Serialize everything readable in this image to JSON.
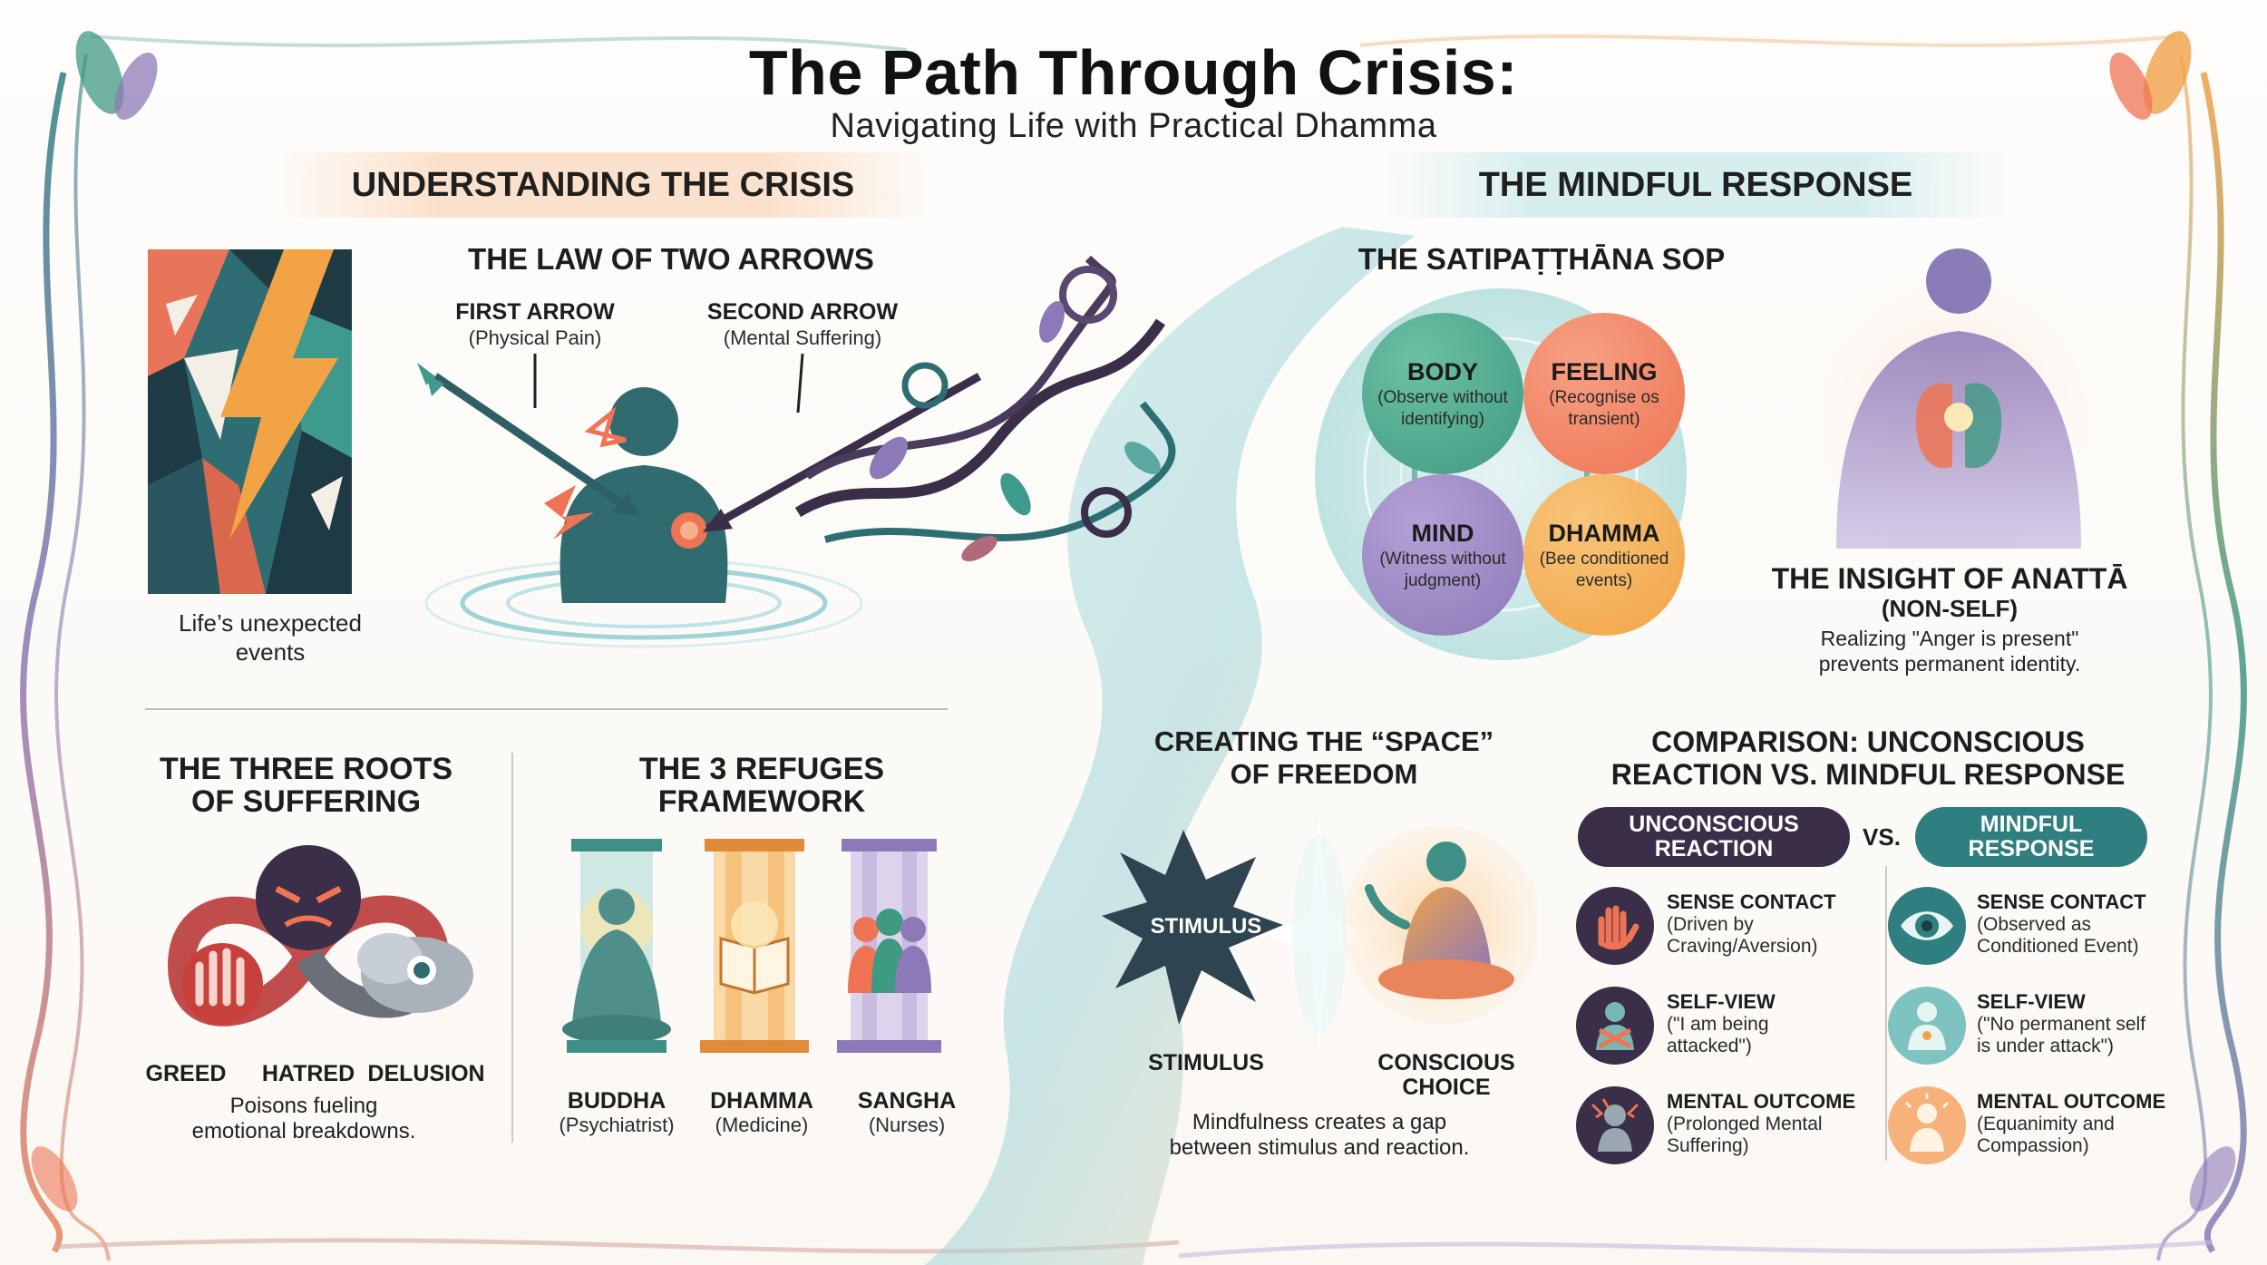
{
  "header": {
    "title": "The Path Through Crisis:",
    "subtitle": "Navigating Life with Practical Dhamma"
  },
  "left": {
    "banner": "UNDERSTANDING THE CRISIS",
    "events": {
      "caption_line1": "Life’s unexpected",
      "caption_line2": "events",
      "icon": "shattered-lightning-icon"
    },
    "two_arrows": {
      "title": "THE LAW OF TWO ARROWS",
      "first_label": "FIRST ARROW",
      "first_sub": "(Physical Pain)",
      "second_label": "SECOND ARROW",
      "second_sub": "(Mental Suffering)"
    },
    "three_roots": {
      "title_line1": "THE THREE ROOTS",
      "title_line2": "OF SUFFERING",
      "labels": [
        "GREED",
        "HATRED",
        "DELUSION"
      ],
      "caption_line1": "Poisons fueling",
      "caption_line2": "emotional breakdowns."
    },
    "refuges": {
      "title_line1": "THE 3 REFUGES",
      "title_line2": "FRAMEWORK",
      "items": [
        {
          "name": "BUDDHA",
          "role": "(Psychiatrist)",
          "color": "#5aa9a0"
        },
        {
          "name": "DHAMMA",
          "role": "(Medicine)",
          "color": "#f0a048"
        },
        {
          "name": "SANGHA",
          "role": "(Nurses)",
          "color": "#9a86c2"
        }
      ]
    }
  },
  "right": {
    "banner": "THE MINDFUL RESPONSE",
    "sop": {
      "title": "THE SATIPAṬṬHĀNA SOP",
      "nodes": [
        {
          "name": "BODY",
          "line1": "(Observe without",
          "line2": "identifying)",
          "color": "#3f9a82"
        },
        {
          "name": "FEELING",
          "line1": "(Recognise os",
          "line2": "transient)",
          "color": "#ee7454"
        },
        {
          "name": "MIND",
          "line1": "(Witness without",
          "line2": "judgment)",
          "color": "#8e79b8"
        },
        {
          "name": "DHAMMA",
          "line1": "(Bee conditioned",
          "line2": "events)",
          "color": "#f2a346"
        }
      ]
    },
    "anatta": {
      "title": "THE INSIGHT OF ANATTĀ",
      "subtitle": "(NON-SELF)",
      "caption_line1": "Realizing \"Anger is present\"",
      "caption_line2": "prevents permanent identity."
    },
    "space": {
      "title_line1": "CREATING THE “SPACE”",
      "title_line2": "OF FREEDOM",
      "burst_label": "STIMULUS",
      "stimulus": "STIMULUS",
      "choice_line1": "CONSCIOUS",
      "choice_line2": "CHOICE",
      "caption_line1": "Mindfulness creates a gap",
      "caption_line2": "between stimulus and reaction."
    },
    "comparison": {
      "title_line1": "COMPARISON: UNCONSCIOUS",
      "title_line2": "REACTION VS. MINDFUL RESPONSE",
      "left_pill_1": "UNCONSCIOUS",
      "left_pill_2": "REACTION",
      "vs": "VS.",
      "right_pill_1": "MINDFUL",
      "right_pill_2": "RESPONSE",
      "left_color": "#3a2e48",
      "right_color": "#2f7f80",
      "rows": [
        {
          "left_title": "SENSE CONTACT",
          "left_l1": "(Driven by",
          "left_l2": "Craving/Aversion)",
          "right_title": "SENSE CONTACT",
          "right_l1": "(Observed as",
          "right_l2": "Conditioned Event)"
        },
        {
          "left_title": "SELF-VIEW",
          "left_l1": "(\"I am being",
          "left_l2": "attacked\")",
          "right_title": "SELF-VIEW",
          "right_l1": "(\"No permanent self",
          "right_l2": "is under attack\")"
        },
        {
          "left_title": "MENTAL OUTCOME",
          "left_l1": "(Prolonged Mental",
          "left_l2": "Suffering)",
          "right_title": "MENTAL OUTCOME",
          "right_l1": "(Equanimity and",
          "right_l2": "Compassion)"
        }
      ]
    }
  }
}
